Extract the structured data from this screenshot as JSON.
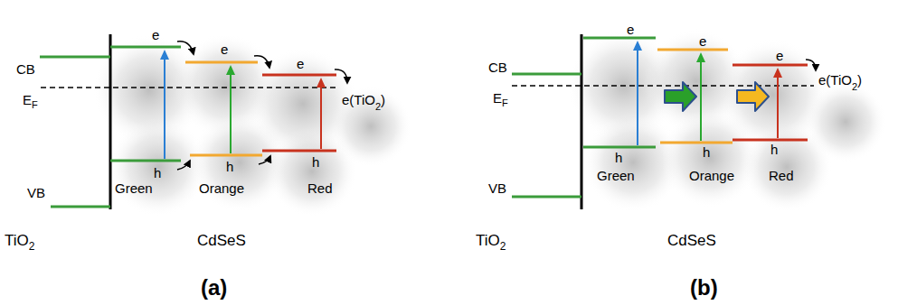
{
  "diagram": {
    "labels": [
      "CB",
      "E",
      "F",
      "VB",
      "TiO",
      "2",
      "e",
      "e",
      "e",
      "e(TiO",
      "2",
      ")",
      "h",
      "h",
      "h",
      "Green",
      "Orange",
      "Red",
      "CdSeS",
      "(a)",
      "CB",
      "E",
      "F",
      "VB",
      "TiO",
      "2",
      "e",
      "e",
      "e",
      "e(TiO",
      "2",
      ")",
      "h",
      "h",
      "h",
      "Green",
      "Orange",
      "Red",
      "CdSeS",
      "(b)"
    ]
  }
}
